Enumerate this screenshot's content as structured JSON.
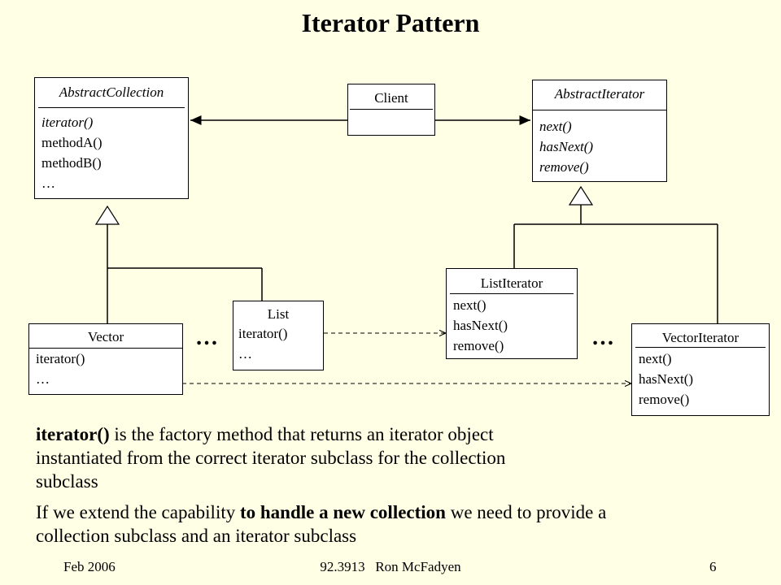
{
  "title": "Iterator Pattern",
  "abstract_collection": {
    "name": "AbstractCollection",
    "methods": [
      "iterator()",
      "methodA()",
      "methodB()",
      "…"
    ]
  },
  "client": {
    "name": "Client"
  },
  "abstract_iterator": {
    "name": "AbstractIterator",
    "methods": [
      "next()",
      "hasNext()",
      "remove()"
    ]
  },
  "list_iterator": {
    "name": "ListIterator",
    "methods": [
      "next()",
      "hasNext()",
      "remove()"
    ]
  },
  "list": {
    "name": "List",
    "methods": [
      "iterator()",
      "…"
    ]
  },
  "vector": {
    "name": "Vector",
    "methods": [
      "iterator()",
      "…"
    ]
  },
  "vector_iterator": {
    "name": "VectorIterator",
    "methods": [
      "next()",
      "hasNext()",
      "remove()"
    ]
  },
  "ellipsis": "…",
  "text": {
    "para1_bold": "iterator()",
    "para1_line1_rest": " is the factory method that returns an iterator object",
    "para1_line2": "instantiated from the correct iterator subclass for the collection",
    "para1_line3": "subclass",
    "para2_start": "If we extend the capability ",
    "para2_bold": "to handle a new collection",
    "para2_end": " we need to provide a",
    "para2_line2": "collection subclass and an iterator subclass"
  },
  "footer": {
    "date": "Feb 2006",
    "course": "92.3913   Ron McFadyen",
    "page": "6"
  }
}
